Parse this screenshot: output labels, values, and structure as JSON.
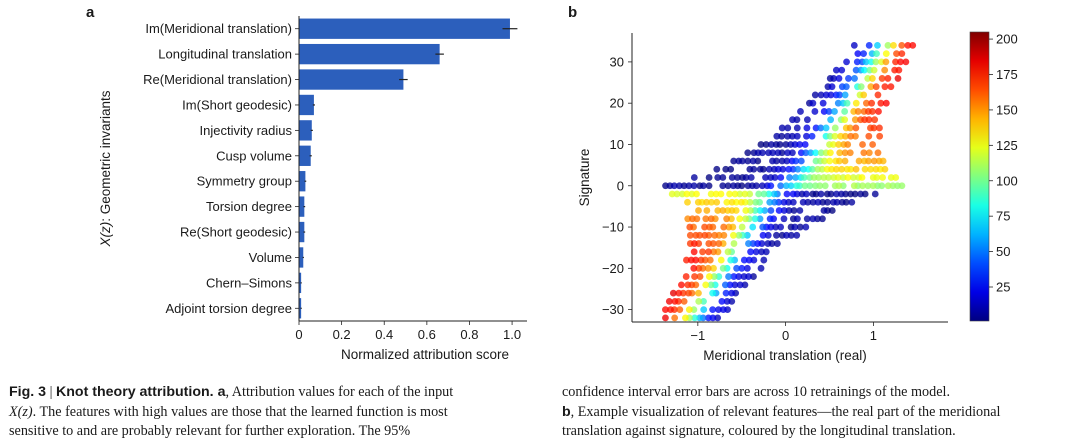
{
  "panel_a_label": "a",
  "panel_b_label": "b",
  "chart_data": [
    {
      "type": "bar",
      "orientation": "horizontal",
      "categories": [
        "Im(Meridional translation)",
        "Longitudinal translation",
        "Re(Meridional translation)",
        "Im(Short geodesic)",
        "Injectivity radius",
        "Cusp volume",
        "Symmetry group",
        "Torsion degree",
        "Re(Short geodesic)",
        "Volume",
        "Chern–Simons",
        "Adjoint torsion degree"
      ],
      "values": [
        0.99,
        0.66,
        0.49,
        0.07,
        0.06,
        0.055,
        0.03,
        0.025,
        0.025,
        0.02,
        0.01,
        0.01
      ],
      "error": [
        0.035,
        0.02,
        0.02,
        0.005,
        0.005,
        0.005,
        0.004,
        0.004,
        0.004,
        0.003,
        0.003,
        0.003
      ],
      "xlabel": "Normalized attribution score",
      "ylabel_prefix": "X(z)",
      "ylabel_suffix": ": Geometric invariants",
      "xlim": [
        0,
        1.07
      ],
      "xticks": [
        "0",
        "0.2",
        "0.4",
        "0.6",
        "0.8",
        "1.0"
      ],
      "bar_color": "#2c5fbc"
    },
    {
      "type": "scatter",
      "xlabel": "Meridional translation (real)",
      "ylabel": "Signature",
      "xlim": [
        -1.75,
        1.85
      ],
      "ylim": [
        -33,
        37
      ],
      "xticks": [
        "−1",
        "0",
        "1"
      ],
      "yticks": [
        "−30",
        "−20",
        "−10",
        "0",
        "10",
        "20",
        "30"
      ],
      "colorbar": {
        "colormap": "jet",
        "range": [
          1,
          205
        ],
        "ticks": [
          "25",
          "50",
          "75",
          "100",
          "125",
          "150",
          "175",
          "200"
        ]
      }
    }
  ],
  "caption": {
    "fig_label": "Fig. 3",
    "separator": " | ",
    "title": "Knot theory attribution.",
    "a_bold": " a",
    "left_line1": ", Attribution values for each of the input",
    "left_line2_italic": "X(z)",
    "left_line2": ". The features with high values are those that the learned function is most",
    "left_line3": "sensitive to and are probably relevant for further exploration. The 95%",
    "right_line1": "confidence interval error bars are across 10 retrainings of the model.",
    "right_line2_bold": "b",
    "right_line2": ", Example visualization of relevant features—the real part of the meridional",
    "right_line3": "translation against signature, coloured by the longitudinal translation."
  }
}
